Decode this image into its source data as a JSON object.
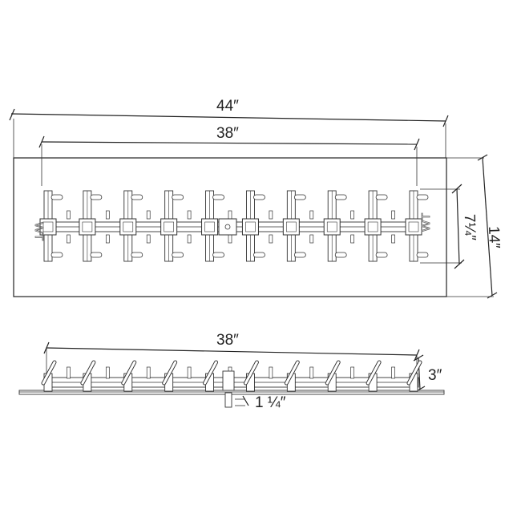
{
  "dimensions": {
    "overall_width": "44″",
    "burner_length": "38″",
    "burner_depth": "7¼″",
    "pan_depth": "14″",
    "side_length": "38″",
    "height": "3″",
    "inlet": "1 ¼″"
  },
  "logo": {
    "left": "WT",
    "right": "WT"
  },
  "burner": {
    "arm_count": 10
  },
  "colors": {
    "line": "#222222",
    "part": "#333333",
    "background": "#ffffff"
  }
}
